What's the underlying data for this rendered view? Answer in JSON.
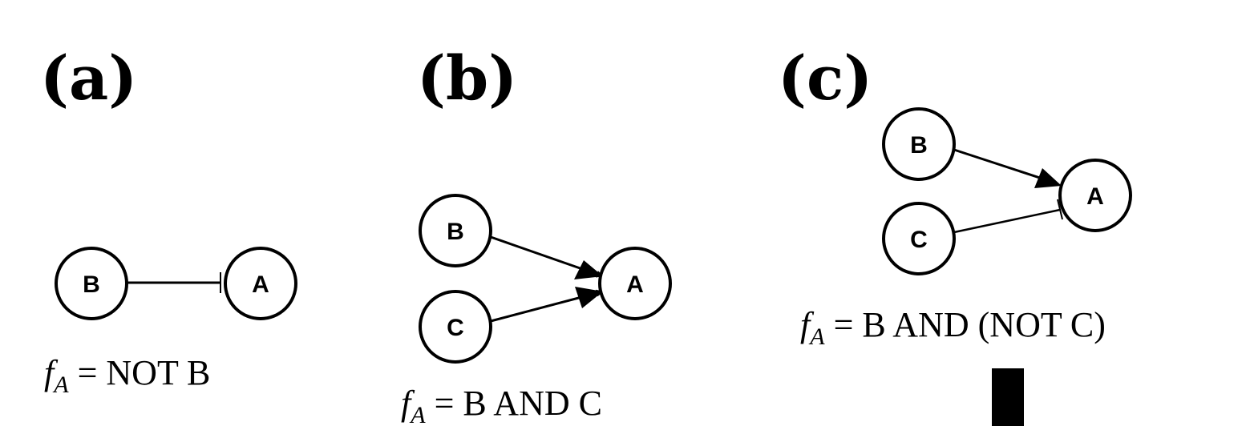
{
  "panels": [
    {
      "label": "(a)",
      "nodes": {
        "B": "B",
        "A": "A"
      },
      "formula": {
        "lhs": "f",
        "sub": "A",
        "eq": " = ",
        "rhs": "NOT B"
      }
    },
    {
      "label": "(b)",
      "nodes": {
        "B": "B",
        "C": "C",
        "A": "A"
      },
      "formula": {
        "lhs": "f",
        "sub": "A",
        "eq": " = ",
        "rhs": "B AND C"
      }
    },
    {
      "label": "(c)",
      "nodes": {
        "B": "B",
        "C": "C",
        "A": "A"
      },
      "formula": {
        "lhs": "f",
        "sub": "A",
        "eq": " = ",
        "rhs": "B AND  (NOT C)"
      }
    }
  ],
  "edges": {
    "a": [
      {
        "from": "B",
        "to": "A",
        "type": "inhibition"
      }
    ],
    "b": [
      {
        "from": "B",
        "to": "A",
        "type": "activation"
      },
      {
        "from": "C",
        "to": "A",
        "type": "activation"
      }
    ],
    "c": [
      {
        "from": "B",
        "to": "A",
        "type": "activation"
      },
      {
        "from": "C",
        "to": "A",
        "type": "inhibition"
      }
    ]
  }
}
